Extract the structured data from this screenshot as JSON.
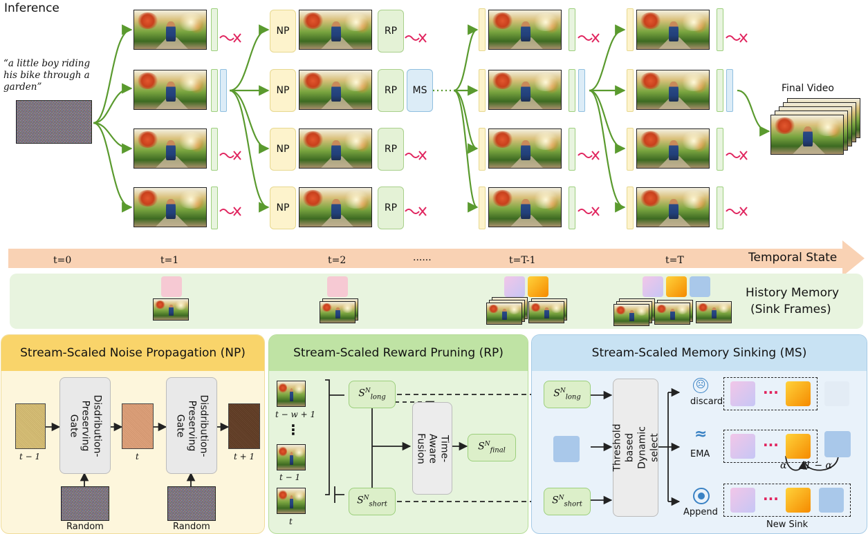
{
  "title": "Inference",
  "prompt": "“a little boy riding his bike through a garden”",
  "final_video": "Final Video",
  "np_label": "NP",
  "rp_label": "RP",
  "ms_label": "MS",
  "timeline": {
    "label": "Temporal State",
    "ticks": [
      "t=0",
      "t=1",
      "t=2",
      "······",
      "t=T-1",
      "t=T"
    ]
  },
  "history": {
    "line1": "History Memory",
    "line2": "(Sink Frames)"
  },
  "np_panel": {
    "title": "Stream-Scaled Noise Propagation (NP)",
    "gate": "Disdribution-Preserving Gate",
    "labels": [
      "t − 1",
      "t",
      "t + 1"
    ],
    "random": "Random"
  },
  "rp_panel": {
    "title": "Stream-Scaled Reward Pruning (RP)",
    "frame_labels": [
      "t − w + 1",
      "⋮",
      "t − 1",
      "t"
    ],
    "s_long": "S",
    "s_long_sub": "long",
    "s_short": "S",
    "s_short_sub": "short",
    "s_final": "S",
    "s_final_sub": "final",
    "sup": "N",
    "fusion": "Time-Aware Fusion"
  },
  "ms_panel": {
    "title": "Stream-Scaled Memory Sinking (MS)",
    "select": "Threshold based Dynamic select",
    "discard": "discard",
    "ema": "EMA",
    "append": "Append",
    "alpha": "α",
    "one_minus_alpha": "1 − α",
    "new_sink": "New Sink"
  },
  "colors": {
    "arrow_green": "#5a9a2e",
    "timeline": "#f9d2b4",
    "np_bg": "#fdf6dc",
    "np_head": "#f9d46a",
    "rp_bg": "#e6f4dc",
    "rp_head": "#bfe3a4",
    "ms_bg": "#e9f2fa",
    "ms_head": "#c8e2f3",
    "reject": "#e0245e"
  }
}
